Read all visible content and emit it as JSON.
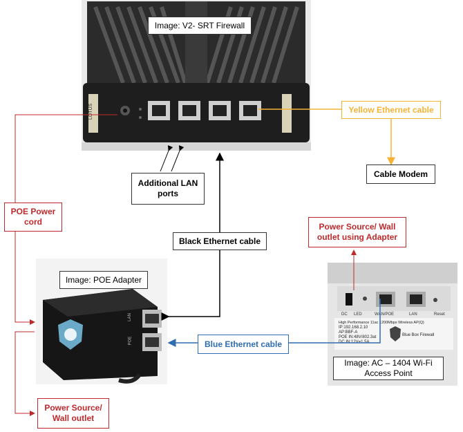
{
  "labels": {
    "firewall_image": "Image: V2- SRT Firewall",
    "poe_image": "Image: POE Adapter",
    "ap_image": "Image: AC – 1404 Wi-Fi Access Point",
    "yellow_cable": "Yellow Ethernet cable",
    "cable_modem": "Cable Modem",
    "additional_lan": "Additional LAN ports",
    "poe_power_cord": "POE Power cord",
    "power_source_adapter": "Power Source/ Wall outlet using Adapter",
    "black_cable": "Black Ethernet cable",
    "blue_cable": "Blue Ethernet cable",
    "power_source_wall": "Power Source/ Wall outlet"
  },
  "device_text": {
    "firewall_side_label": "LOTUS",
    "ap_port_labels": [
      "DC",
      "LED",
      "WAN/POE",
      "LAN",
      "Reset"
    ],
    "ap_info_lines": [
      "High Performance 11ac 1200Mbps Wireless AP(Q)",
      "IP:192.168.2.10",
      "AP:BBF-A",
      "POE IN:48V/802.3at",
      "DC IN:12V=1.5A"
    ],
    "ap_brand": "Blue Box Firewall",
    "poe_port_labels": [
      "LAN",
      "POE"
    ]
  },
  "colors": {
    "yellow": "#F5B335",
    "red": "#C0292B",
    "blue": "#2E6DB4",
    "black": "#000000"
  }
}
